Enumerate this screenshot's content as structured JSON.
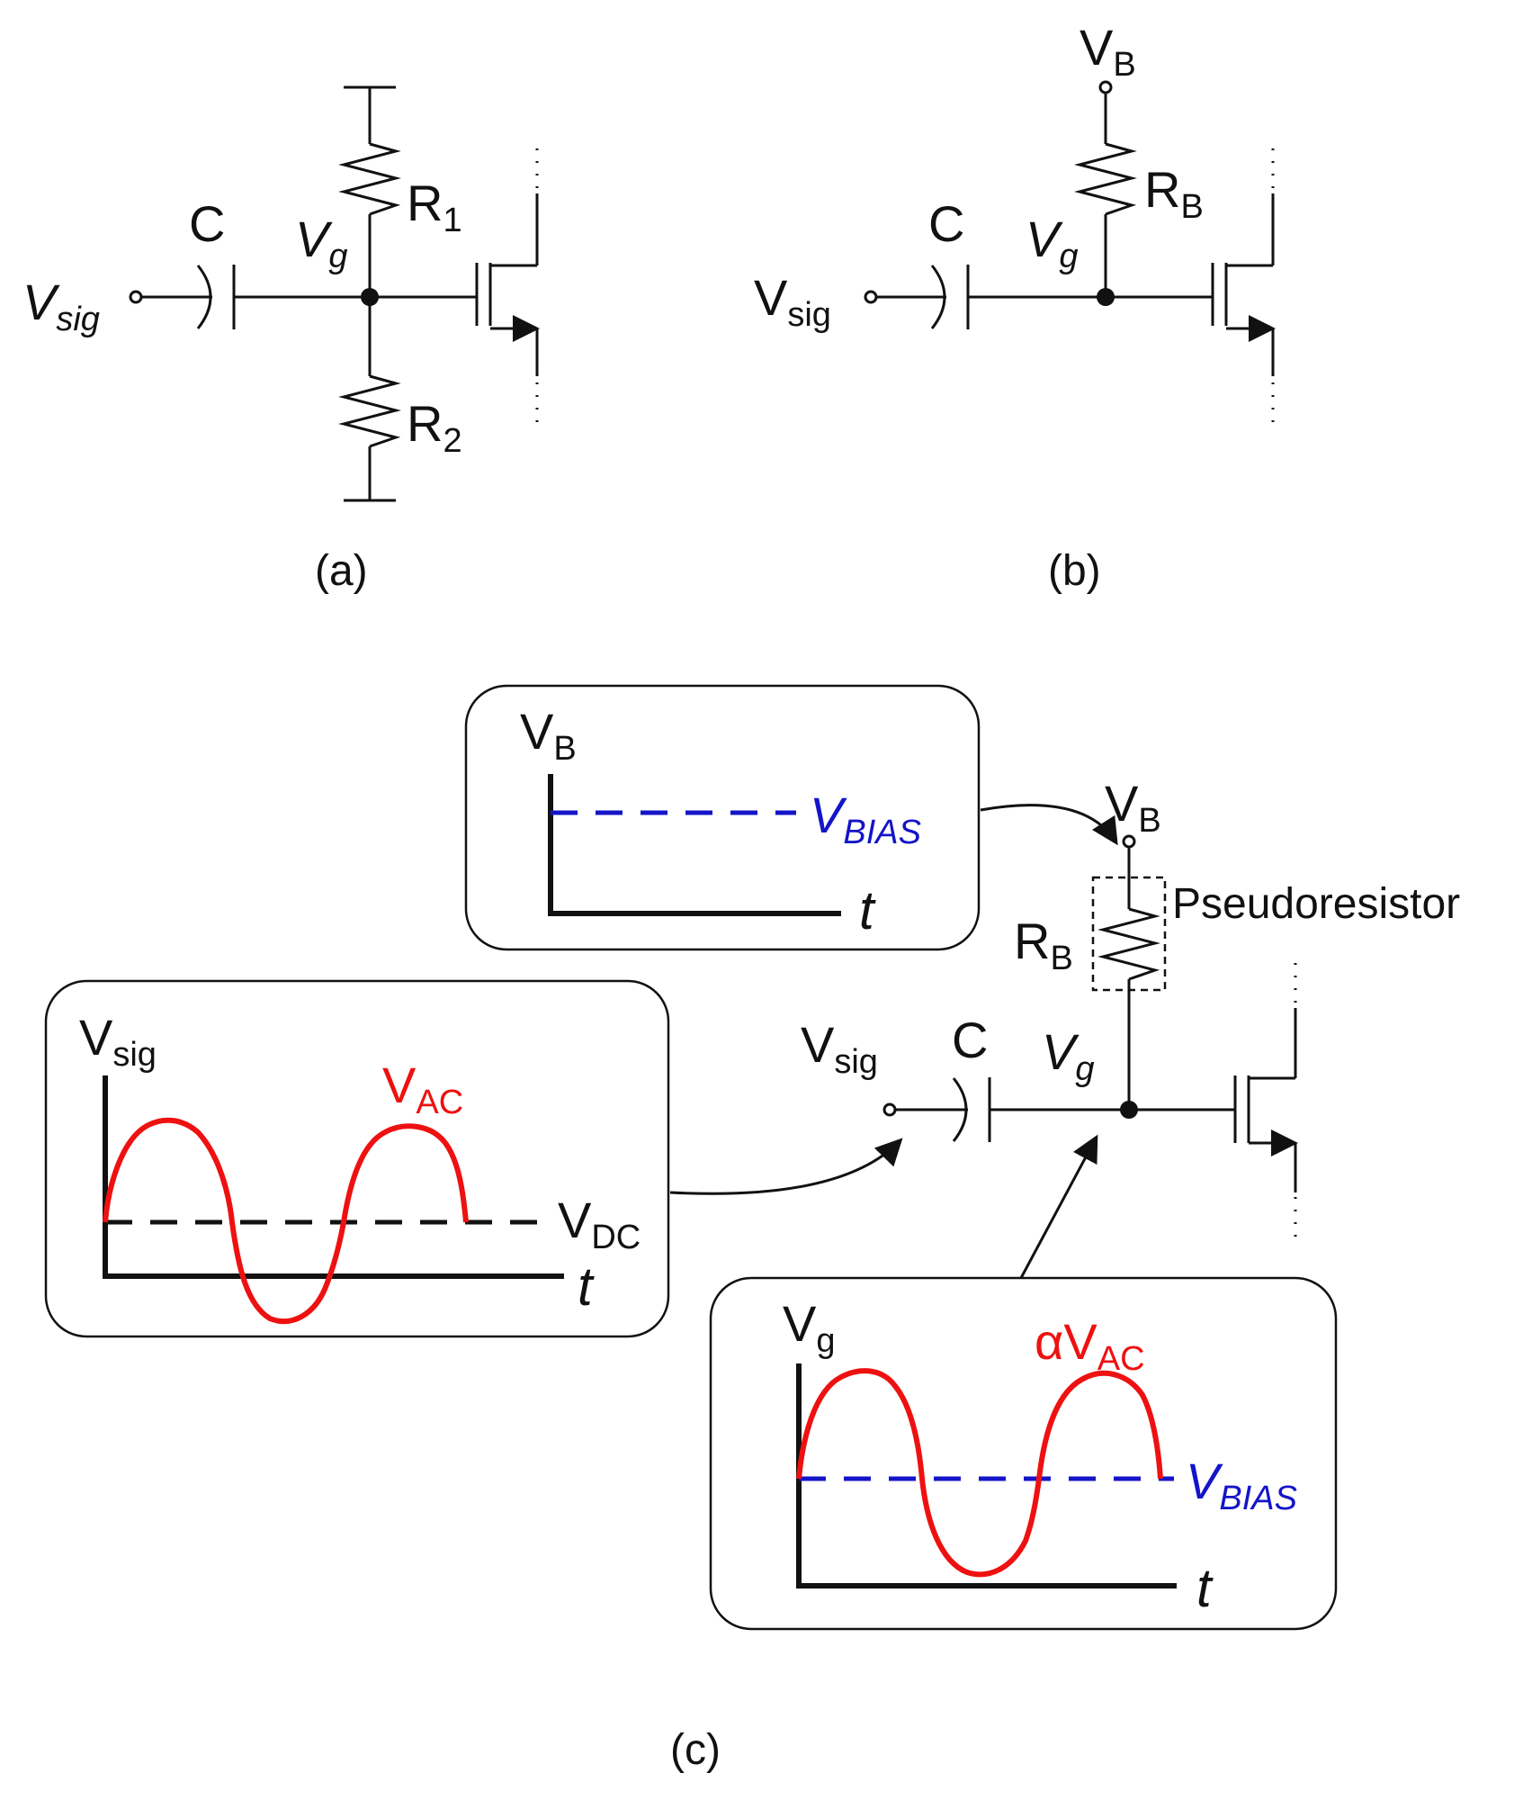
{
  "panel_a": {
    "caption": "(a)",
    "cap_label": "C",
    "r1": "R",
    "r1_sub": "1",
    "r2": "R",
    "r2_sub": "2",
    "vg": "V",
    "vg_sub": "g",
    "vsig": "V",
    "vsig_sub": "sig"
  },
  "panel_b": {
    "caption": "(b)",
    "vb": "V",
    "vb_sub": "B",
    "rb": "R",
    "rb_sub": "B",
    "cap_label": "C",
    "vg": "V",
    "vg_sub": "g",
    "vsig": "V",
    "vsig_sub": "sig"
  },
  "panel_c": {
    "caption": "(c)",
    "vb": "V",
    "vb_sub": "B",
    "pseudo": "Pseudoresistor",
    "rb": "R",
    "rb_sub": "B",
    "vsig": "V",
    "vsig_sub": "sig",
    "cap_label": "C",
    "vg": "V",
    "vg_sub": "g",
    "box_vb": {
      "ylabel": "V",
      "ylabel_sub": "B",
      "line": "V",
      "line_sub": "BIAS",
      "tlabel": "t"
    },
    "box_vsig": {
      "ylabel": "V",
      "ylabel_sub": "sig",
      "wave": "V",
      "wave_sub": "AC",
      "line": "V",
      "line_sub": "DC",
      "tlabel": "t"
    },
    "box_vg": {
      "ylabel": "V",
      "ylabel_sub": "g",
      "wave": "αV",
      "wave_sub": "AC",
      "line": "V",
      "line_sub": "BIAS",
      "tlabel": "t"
    }
  },
  "colors": {
    "wave": "#ee1111",
    "bias": "#1414c8",
    "ink": "#111111"
  }
}
